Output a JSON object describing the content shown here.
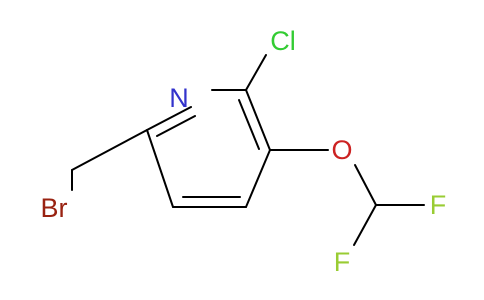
{
  "molecule": {
    "atoms": {
      "nitrogen": "N",
      "chlorine": "Cl",
      "oxygen": "O",
      "bromine": "Br",
      "fluorine_upper": "F",
      "fluorine_lower": "F"
    },
    "colors": {
      "bond": "#000000",
      "nitrogen": "#3333cc",
      "chlorine": "#33cc33",
      "oxygen": "#cc2222",
      "bromine": "#992211",
      "fluorine": "#99cc33"
    }
  }
}
